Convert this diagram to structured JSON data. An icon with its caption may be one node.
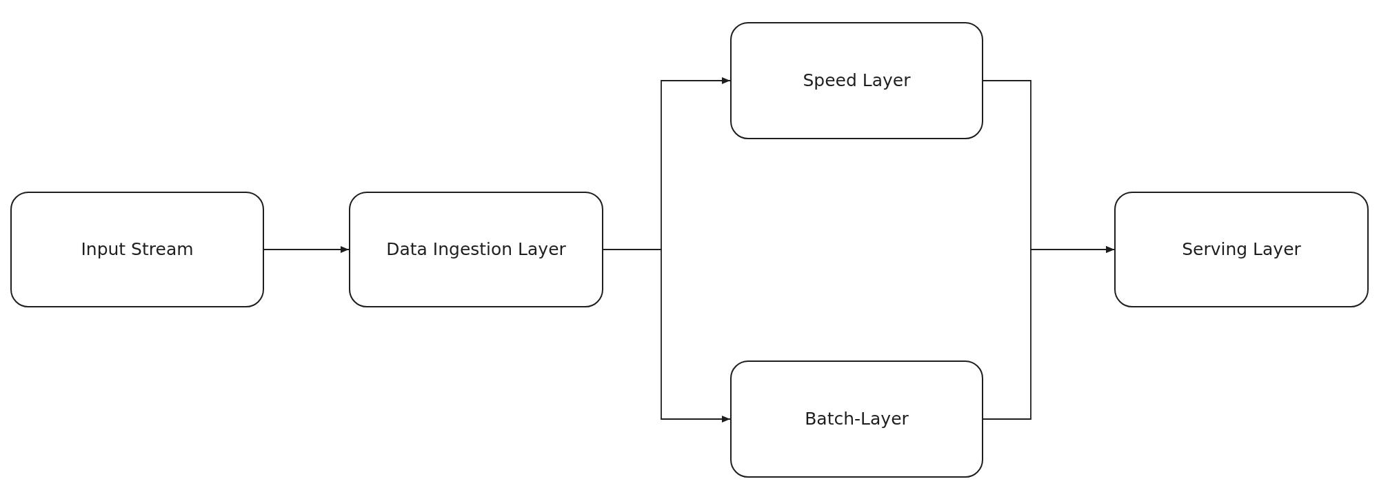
{
  "diagram": {
    "nodes": [
      {
        "text": [
          "Input Stream"
        ]
      },
      {
        "text": [
          "Data Ingestion Layer"
        ]
      },
      {
        "text": [
          "Speed Layer"
        ]
      },
      {
        "text": [
          "Batch-Layer"
        ]
      },
      {
        "text": [
          "Serving Layer"
        ]
      }
    ],
    "edges": [
      {
        "from": 0,
        "to": 1,
        "arrow": "to"
      },
      {
        "from": 1,
        "to": 2,
        "arrow": "to"
      },
      {
        "from": 1,
        "to": 3,
        "arrow": "to"
      },
      {
        "from": 2,
        "to": 4,
        "arrow": "to"
      },
      {
        "from": 3,
        "to": 4,
        "arrow": "to"
      }
    ]
  }
}
